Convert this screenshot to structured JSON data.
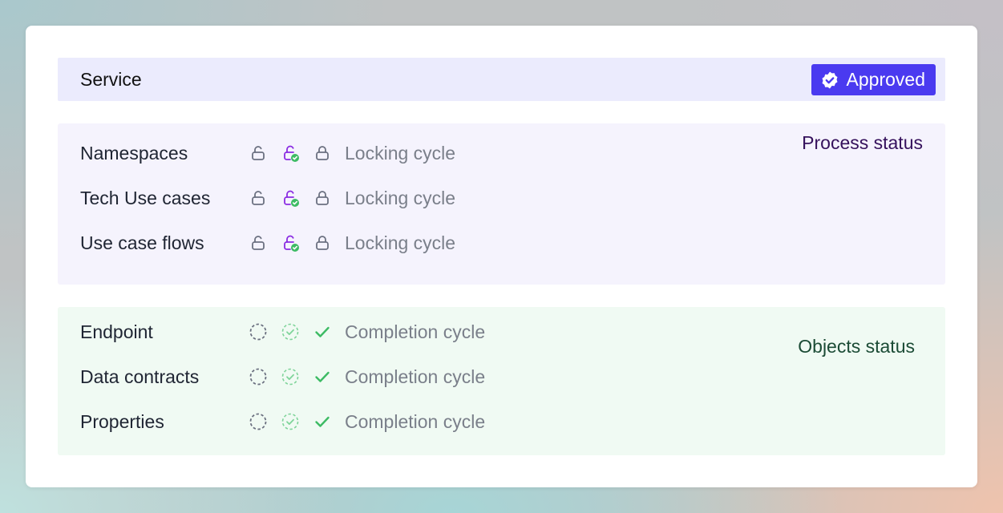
{
  "service": {
    "title": "Service",
    "badge_label": "Approved",
    "badge_icon": "verified-badge-icon",
    "badge_color": "#4a3af0"
  },
  "process": {
    "title": "Process status",
    "title_color": "#35115c",
    "background": "#f5f3fd",
    "rows": [
      {
        "label": "Namespaces",
        "cycle_label": "Locking cycle",
        "icons": [
          "unlock-icon",
          "unlock-check-icon",
          "lock-icon"
        ]
      },
      {
        "label": "Tech Use cases",
        "cycle_label": "Locking cycle",
        "icons": [
          "unlock-icon",
          "unlock-check-icon",
          "lock-icon"
        ]
      },
      {
        "label": "Use case flows",
        "cycle_label": "Locking cycle",
        "icons": [
          "unlock-icon",
          "unlock-check-icon",
          "lock-icon"
        ]
      }
    ]
  },
  "objects": {
    "title": "Objects status",
    "title_color": "#1b4b35",
    "background": "#f0faf3",
    "rows": [
      {
        "label": "Endpoint",
        "cycle_label": "Completion cycle",
        "icons": [
          "dashed-circle-icon",
          "dashed-circle-check-icon",
          "check-icon"
        ]
      },
      {
        "label": "Data contracts",
        "cycle_label": "Completion cycle",
        "icons": [
          "dashed-circle-icon",
          "dashed-circle-check-icon",
          "check-icon"
        ]
      },
      {
        "label": "Properties",
        "cycle_label": "Completion cycle",
        "icons": [
          "dashed-circle-icon",
          "dashed-circle-check-icon",
          "check-icon"
        ]
      }
    ]
  },
  "colors": {
    "icon_gray": "#6b7080",
    "icon_purple": "#8a2be2",
    "icon_green": "#3dbb64",
    "icon_green_light": "#7fd49a"
  }
}
